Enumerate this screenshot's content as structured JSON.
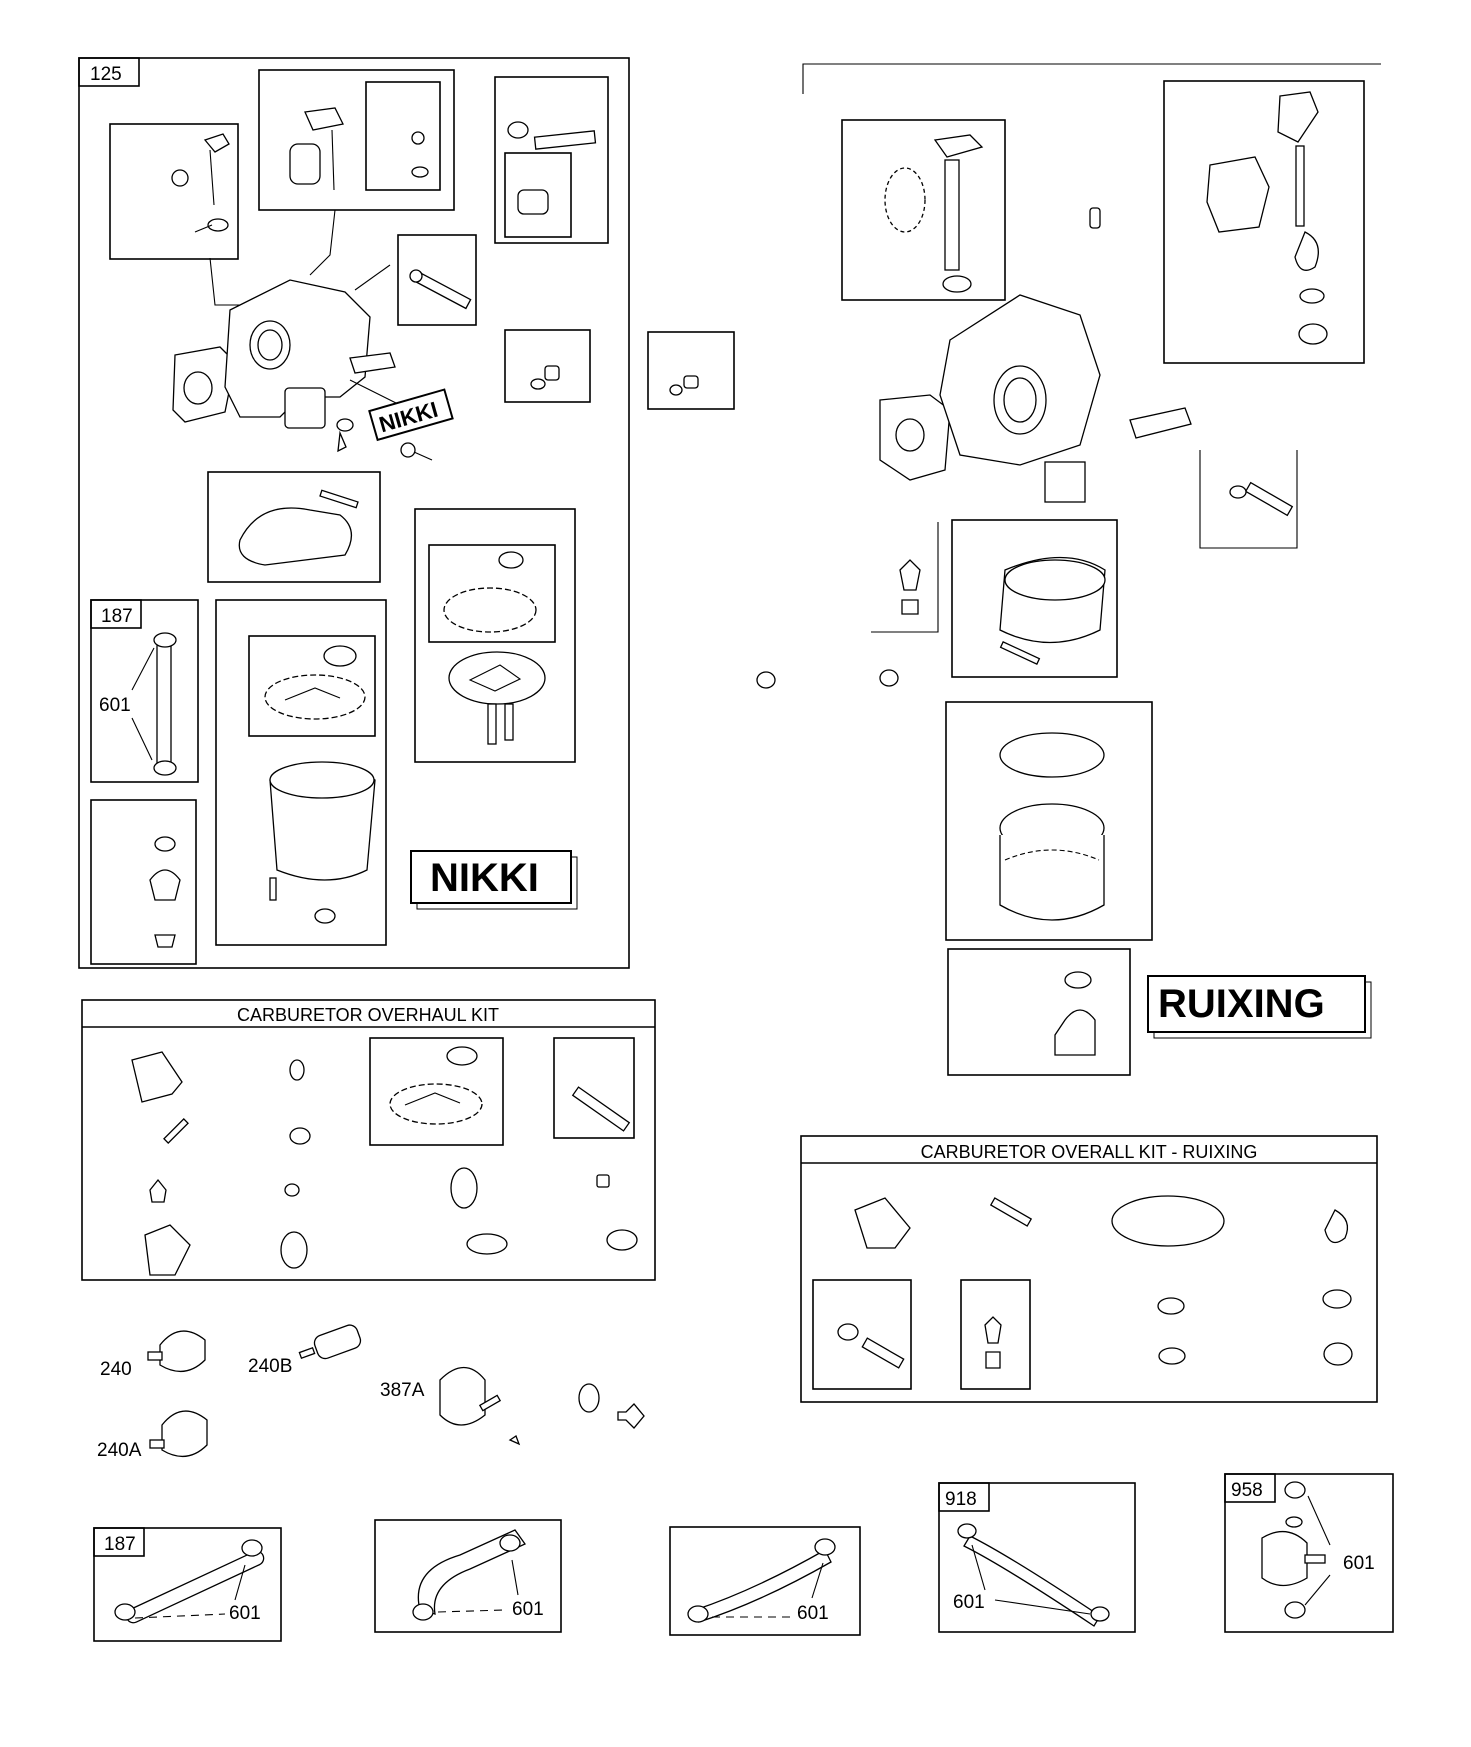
{
  "labels": {
    "ref_125": "125",
    "ref_187_upper": "187",
    "ref_601_upper": "601",
    "brand_nikki_tag": "NIKKI",
    "brand_nikki_box": "NIKKI",
    "brand_ruixing": "RUIXING",
    "kit_nikki_title": "CARBURETOR OVERHAUL KIT",
    "kit_ruixing_title": "CARBURETOR OVERALL KIT - RUIXING",
    "ref_240": "240",
    "ref_240a": "240A",
    "ref_240b": "240B",
    "ref_387a": "387A",
    "ref_187_lower": "187",
    "ref_601_a": "601",
    "ref_601_b": "601",
    "ref_601_c": "601",
    "ref_918": "918",
    "ref_601_d": "601",
    "ref_958": "958",
    "ref_601_e": "601"
  },
  "colors": {
    "line": "#000000",
    "background": "#ffffff"
  }
}
